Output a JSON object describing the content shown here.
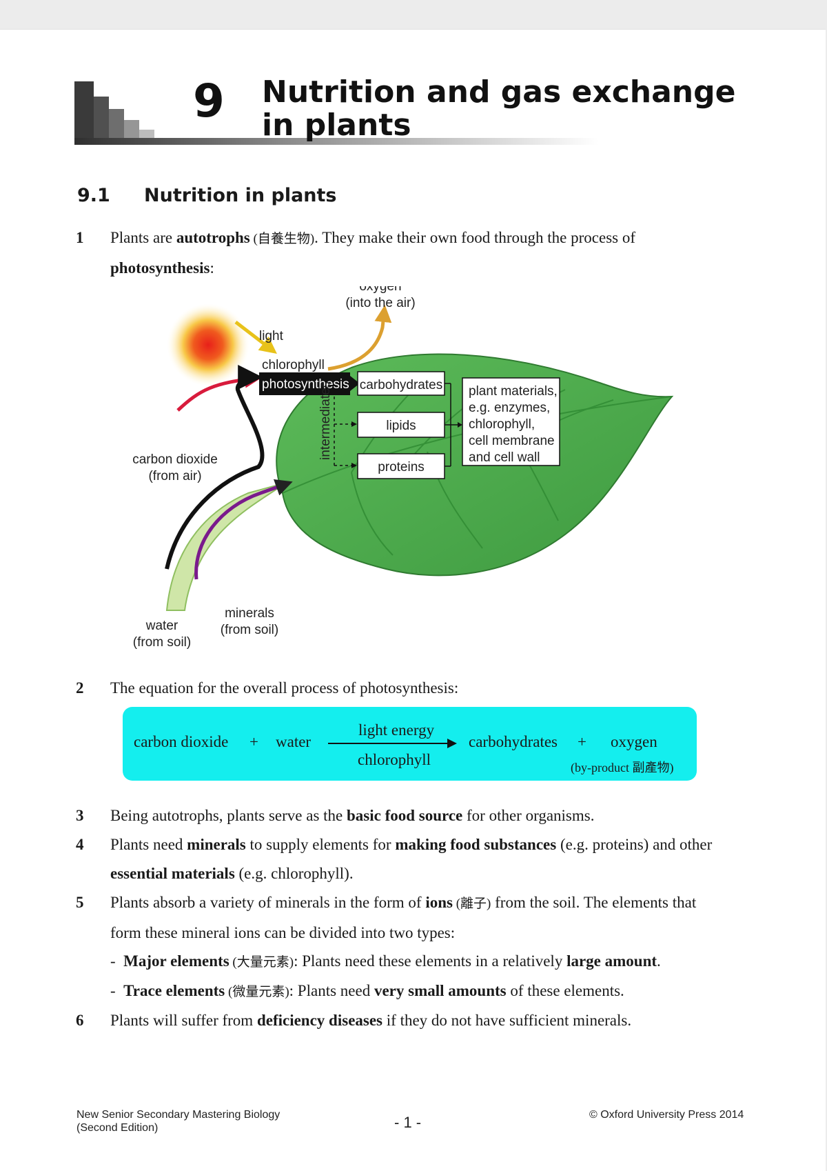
{
  "chapter": {
    "number": "9",
    "title_line1": "Nutrition and gas exchange",
    "title_line2": "in plants"
  },
  "section": {
    "number": "9.1",
    "title": "Nutrition in plants"
  },
  "items": [
    {
      "num": "1"
    },
    {
      "num": "2",
      "text": "The equation for the overall process of photosynthesis:"
    },
    {
      "num": "3"
    },
    {
      "num": "4"
    },
    {
      "num": "5"
    },
    {
      "num": "6"
    }
  ],
  "item1": {
    "a": "Plants are ",
    "b": "autotrophs",
    "c": " (自養生物)",
    "d": ". They make their own food through the process of",
    "e": "photosynthesis",
    "f": ":"
  },
  "item3": {
    "a": "Being autotrophs, plants serve as the ",
    "b": "basic food source",
    "c": " for other organisms."
  },
  "item4": {
    "a": "Plants need ",
    "b": "minerals",
    "c": " to supply elements for ",
    "d": "making food substances",
    "e": " (e.g. proteins) and other",
    "f": "essential materials",
    "g": " (e.g. chlorophyll)."
  },
  "item5": {
    "a": "Plants absorb a variety of minerals in the form of ",
    "b": "ions",
    "c": " (離子)",
    "d": " from the soil. The elements that",
    "e": "form these mineral ions can be divided into two types:"
  },
  "sub1": {
    "dash": "-",
    "a": "Major elements",
    "b": " (大量元素)",
    "c": ": Plants need these elements in a relatively ",
    "d": "large amount",
    "e": "."
  },
  "sub2": {
    "dash": "-",
    "a": "Trace elements",
    "b": " (微量元素)",
    "c": ": Plants need ",
    "d": "very small amounts",
    "e": " of these elements."
  },
  "item6": {
    "a": "Plants will suffer from ",
    "b": "deficiency diseases",
    "c": " if they do not have sufficient minerals."
  },
  "diagram": {
    "oxygen": "oxygen",
    "oxygen_sub": "(into the air)",
    "light": "light",
    "chlorophyll": "chlorophyll",
    "photosynthesis": "photosynthesis",
    "carbon_dioxide": "carbon dioxide",
    "carbon_dioxide_sub": "(from air)",
    "intermediates": "intermediates",
    "carbohydrates": "carbohydrates",
    "lipids": "lipids",
    "proteins": "proteins",
    "plant_materials": [
      "plant materials,",
      "e.g. enzymes,",
      "chlorophyll,",
      "cell membrane",
      "and cell wall"
    ],
    "water": "water",
    "water_sub": "(from soil)",
    "minerals": "minerals",
    "minerals_sub": "(from soil)",
    "colors": {
      "leaf": "#4cab4c",
      "co2_arrow": "#d81b3c",
      "light_arrow": "#e8c21a",
      "oxygen_arrow": "#dca030",
      "mineral_arrow": "#7a1a8c"
    }
  },
  "equation": {
    "reactant1": "carbon dioxide",
    "plus1": "+",
    "reactant2": "water",
    "above_arrow": "light energy",
    "below_arrow": "chlorophyll",
    "product1": "carbohydrates",
    "plus2": "+",
    "product2": "oxygen",
    "byproduct": "(by-product  副產物)",
    "box_color": "#14eeee"
  },
  "footer": {
    "book_line1": "New Senior Secondary Mastering Biology",
    "book_line2": "(Second Edition)",
    "page": "- 1 -",
    "copyright": "© Oxford University Press 2014"
  }
}
